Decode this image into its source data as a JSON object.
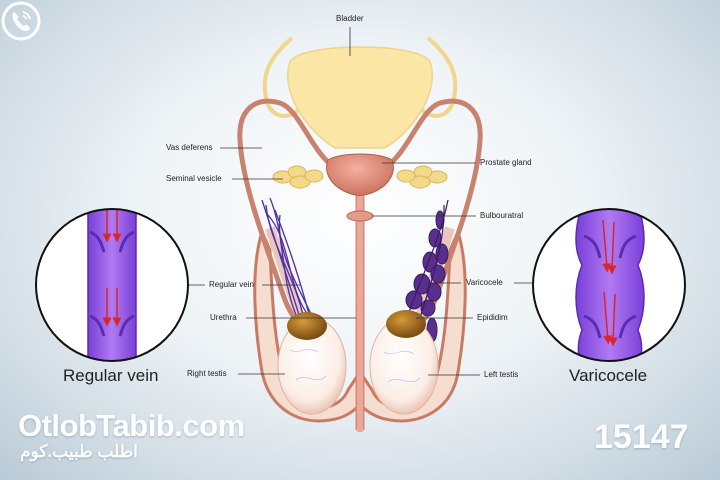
{
  "labels": {
    "bladder": "Bladder",
    "vas_deferens": "Vas deferens",
    "seminal_vesicle": "Seminal vesicle",
    "prostate_gland": "Prostate gland",
    "bulbouratral": "Bulbouratral",
    "regular_vein": "Regular vein",
    "varicocele": "Varicocele",
    "urethra": "Urethra",
    "epididim": "Epididim",
    "right_testis": "Right testis",
    "left_testis": "Left testis"
  },
  "captions": {
    "left": "Regular vein",
    "right": "Varicocele"
  },
  "branding": {
    "site": "OtlobTabib.com",
    "site_arabic": "اطلب طبيب.كوم",
    "phone": "15147",
    "phone_icon": "phone-icon"
  },
  "colors": {
    "vein": "#8a4ce6",
    "tissue": "#d9876f",
    "bladder": "#fbe3a0",
    "epididymis": "#9e6a1a"
  }
}
